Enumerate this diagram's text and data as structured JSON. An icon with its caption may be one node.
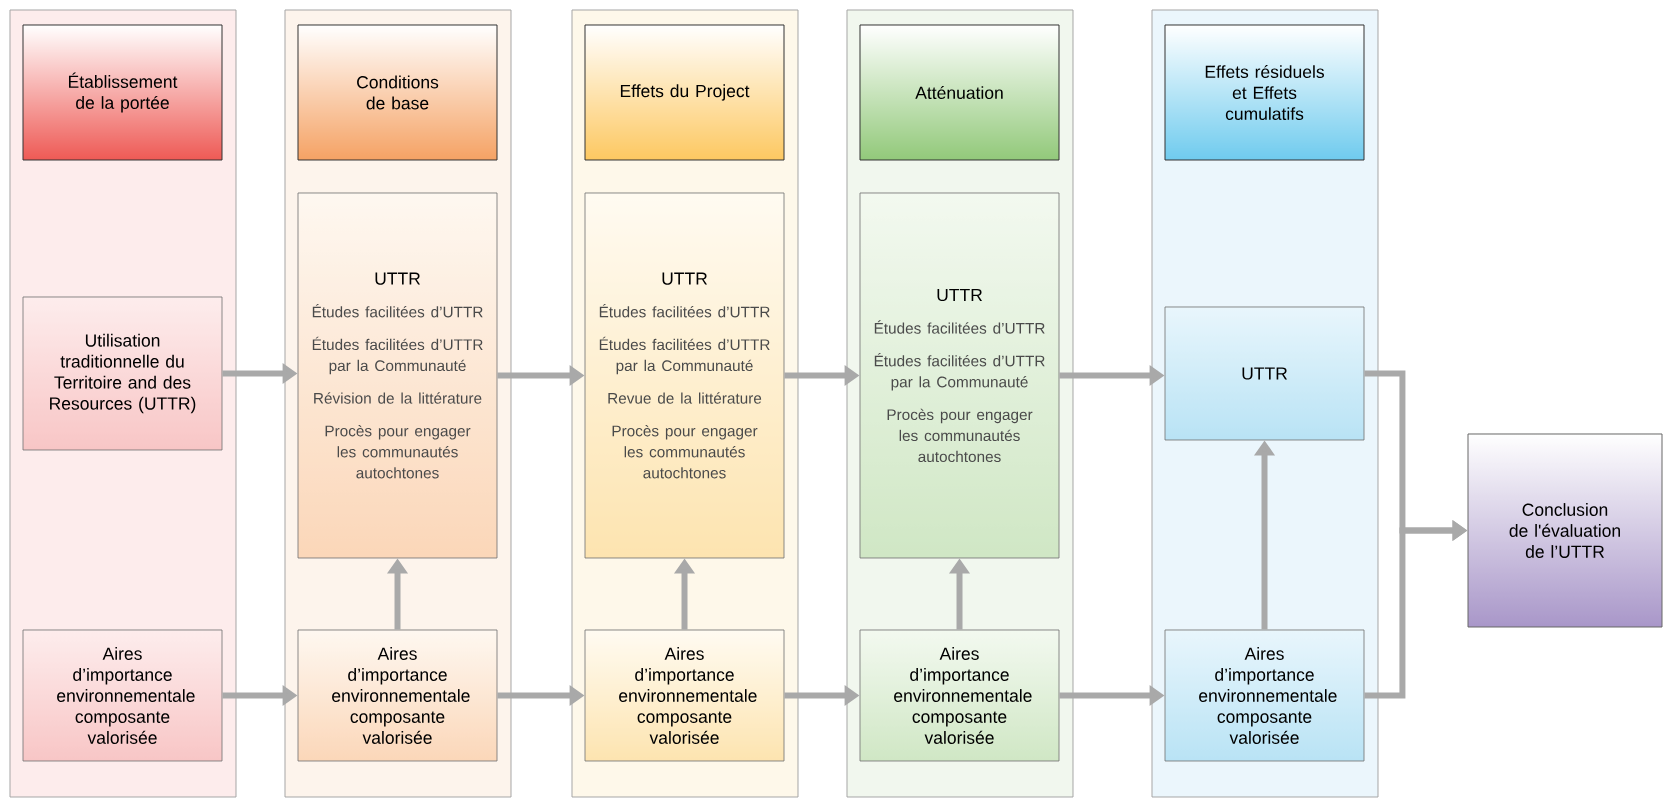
{
  "diagram": {
    "nodes": [
      {
        "text": [],
        "shape": "box"
      },
      {
        "text": [
          "Établissement de la portée"
        ],
        "in": 0
      },
      {
        "text": [
          "Utilisation traditionnelle du Territoire and des Resources (UTTR)"
        ],
        "in": 0
      },
      {
        "text": [
          "Aires d’importance environnementale composante valorisée"
        ],
        "in": 0
      },
      {
        "text": [],
        "shape": "box"
      },
      {
        "text": [
          "Conditions de base"
        ],
        "in": 4
      },
      {
        "text": [
          "UTTR",
          "Études facilitées d’UTTR",
          "Études facilitées d’UTTR par la Communauté",
          "Révision de la littérature",
          "Procès pour engager les communautés autochtones"
        ],
        "in": 4
      },
      {
        "text": [
          "Aires d’importance environnementale composante valorisée"
        ],
        "in": 4
      },
      {
        "text": [],
        "shape": "box"
      },
      {
        "text": [
          "Effets du Project"
        ],
        "in": 8
      },
      {
        "text": [
          "UTTR",
          "Études facilitées d’UTTR",
          "Études facilitées d’UTTR par la Communauté",
          "Revue de la littérature",
          "Procès pour engager les communautés autochtones"
        ],
        "in": 8
      },
      {
        "text": [
          "Aires d’importance environnementale composante valorisée"
        ],
        "in": 8
      },
      {
        "text": [],
        "shape": "box"
      },
      {
        "text": [
          "Atténuation"
        ],
        "in": 12
      },
      {
        "text": [
          "UTTR",
          "Études facilitées d’UTTR",
          "Études facilitées d’UTTR par la Communauté",
          "Procès pour engager les communautés autochtones"
        ],
        "in": 12
      },
      {
        "text": [
          "Aires d’importance environnementale composante valorisée"
        ],
        "in": 12
      },
      {
        "text": [],
        "shape": "box"
      },
      {
        "text": [
          "Effets résiduels et Effets cumulatifs"
        ],
        "in": 16
      },
      {
        "text": [
          "UTTR"
        ],
        "in": 16
      },
      {
        "text": [
          "Aires d’importance environnementale composante valorisée"
        ],
        "in": 16
      },
      {
        "text": [
          "Conclusion de l'évaluation de l’UTTR"
        ]
      }
    ],
    "edges": [
      {
        "from": 2,
        "to": 6,
        "arrow": "to"
      },
      {
        "from": 6,
        "to": 10,
        "arrow": "to"
      },
      {
        "from": 10,
        "to": 14,
        "arrow": "to"
      },
      {
        "from": 14,
        "to": 18,
        "arrow": "to"
      },
      {
        "from": 3,
        "to": 7,
        "arrow": "to"
      },
      {
        "from": 7,
        "to": 11,
        "arrow": "to"
      },
      {
        "from": 11,
        "to": 15,
        "arrow": "to"
      },
      {
        "from": 15,
        "to": 19,
        "arrow": "to"
      },
      {
        "from": 7,
        "to": 6,
        "arrow": "to"
      },
      {
        "from": 11,
        "to": 10,
        "arrow": "to"
      },
      {
        "from": 15,
        "to": 14,
        "arrow": "to"
      },
      {
        "from": 19,
        "to": 18,
        "arrow": "to"
      },
      {
        "from": 18,
        "to": 20,
        "arrow": "to"
      },
      {
        "from": 19,
        "to": 20,
        "arrow": "to"
      }
    ]
  }
}
